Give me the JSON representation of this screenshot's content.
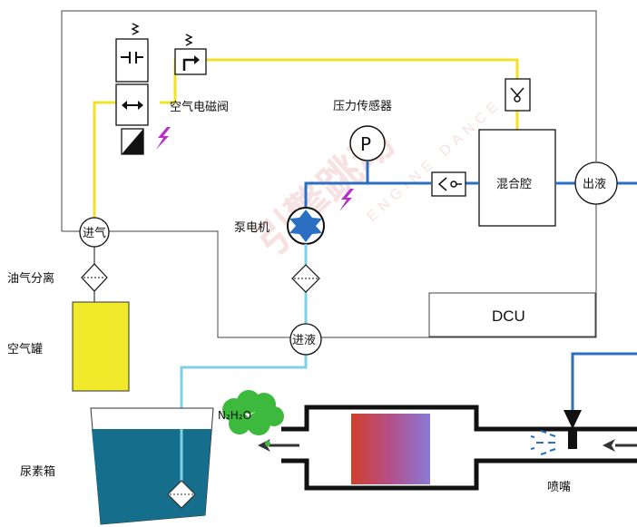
{
  "labels": {
    "air_solenoid_valve": "空气电磁阀",
    "pressure_sensor": "压力传感器",
    "pressure_symbol": "P",
    "pump_motor": "泵电机",
    "mixing_chamber": "混合腔",
    "liquid_out": "出液",
    "air_in": "进气",
    "oil_gas_separator": "油气分离",
    "air_tank": "空气罐",
    "dcu": "DCU",
    "liquid_in": "进液",
    "urea_tank": "尿素箱",
    "nozzle": "喷嘴",
    "exhaust_products": "N₂H₂O"
  },
  "watermark": {
    "logo_text": "引擎跳动",
    "sub_text": "ENGINE DANCE"
  },
  "colors": {
    "air_line": "#f2e227",
    "liquid_line": "#2b6fc2",
    "suction_line": "#7fd0e6",
    "tank_fill": "#f0ea2a",
    "urea_fill": "#156f8c",
    "exhaust_cloud": "#3dba3d",
    "catalyst_gradient_start": "#d0402a",
    "catalyst_gradient_end": "#8a7ad6"
  }
}
